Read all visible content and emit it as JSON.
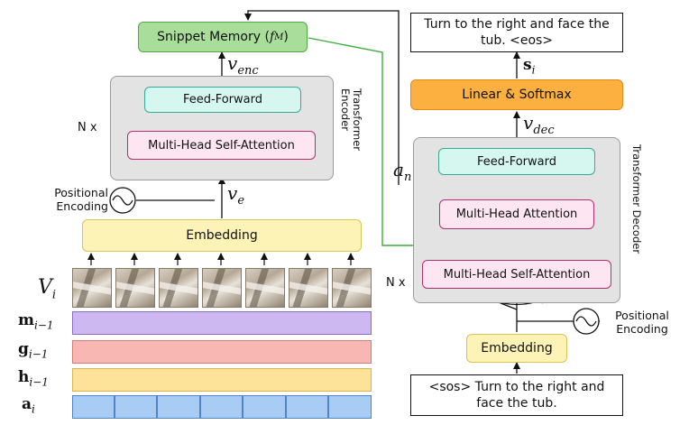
{
  "encoder": {
    "snippet_memory_text": "Snippet Memory (",
    "snippet_memory_symbol": "f",
    "snippet_memory_sub": "M",
    "snippet_memory_close": ")",
    "v_enc_symbol": "v",
    "v_enc_sub": "enc",
    "feed_forward": "Feed-Forward",
    "self_attention": "Multi-Head Self-Attention",
    "panel_label": "Transformer Encoder",
    "repeat": "N x",
    "v_e_symbol": "v",
    "v_e_sub": "e",
    "positional_encoding": "Positional Encoding",
    "embedding": "Embedding"
  },
  "inputs": {
    "v_symbol": "V",
    "v_sub": "i",
    "frame_count": 7,
    "rows": [
      {
        "symbol": "m",
        "sub": "i−1",
        "color": "#cdb8f2",
        "border": "#8b6cc8"
      },
      {
        "symbol": "g",
        "sub": "i−1",
        "color": "#f8b7b3",
        "border": "#d27d76"
      },
      {
        "symbol": "h",
        "sub": "i−1",
        "color": "#fde29a",
        "border": "#d9b44f"
      },
      {
        "symbol": "a",
        "sub": "i",
        "color": "#a9ccf5",
        "border": "#4e86c4"
      }
    ],
    "action_cells": 7
  },
  "decoder": {
    "output_text": "Turn to the right and face the tub. <eos>",
    "s_symbol": "s",
    "s_sub": "i",
    "linear_softmax": "Linear & Softmax",
    "v_dec_symbol": "v",
    "v_dec_sub": "dec",
    "a_n_symbol": "a",
    "a_n_sub": "n",
    "feed_forward": "Feed-Forward",
    "cross_attention": "Multi-Head Attention",
    "self_attention": "Multi-Head Self-Attention",
    "panel_label": "Transformer Decoder",
    "repeat": "N x",
    "positional_encoding": "Positional Encoding",
    "embedding": "Embedding",
    "input_text": "<sos> Turn to the right and face the tub."
  },
  "colors": {
    "memory_fill": "#a9dd9a",
    "memory_border": "#55a54a",
    "memory_link": "#3fae3f",
    "softmax_fill": "#fbb040",
    "softmax_border": "#e48a12"
  }
}
